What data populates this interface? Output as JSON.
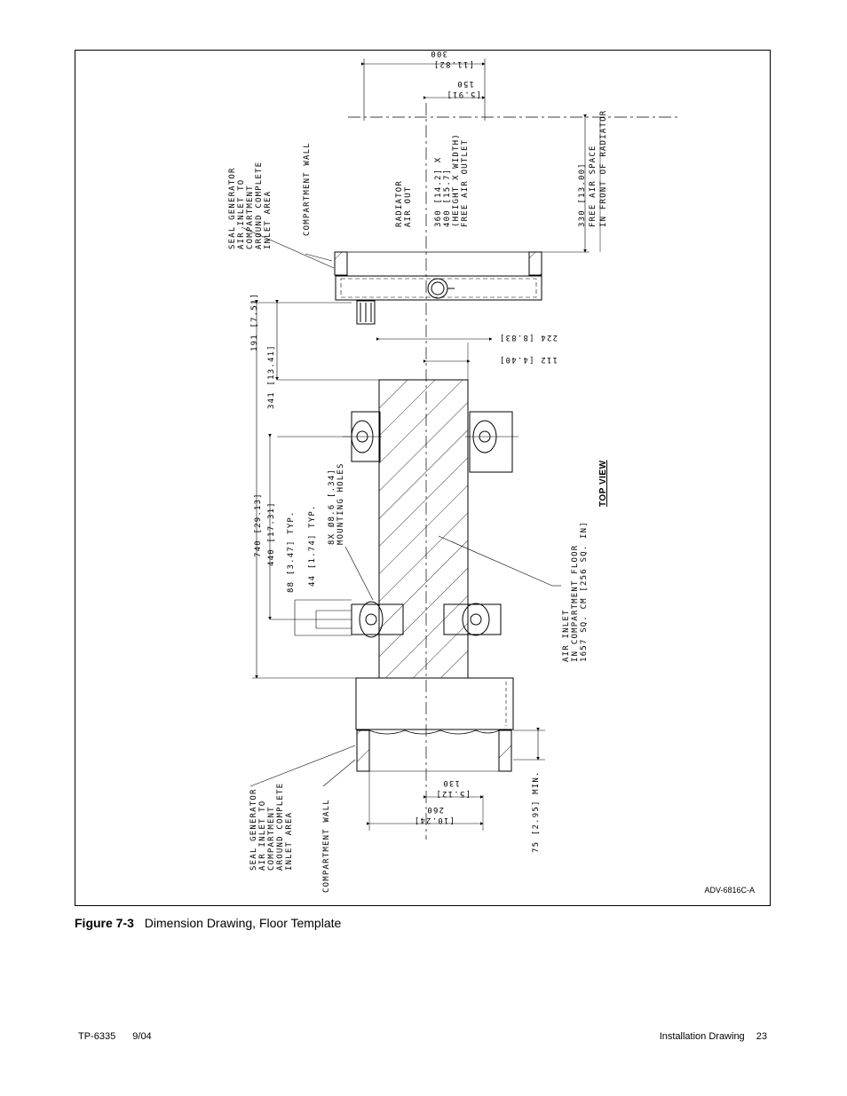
{
  "drawing": {
    "labels": {
      "dim_300": "300",
      "dim_300_in": "[11.82]",
      "dim_150": "150",
      "dim_150_in": "[5.91]",
      "seal_top": [
        "SEAL GENERATOR",
        "AIR INLET TO",
        "COMPARTMENT",
        "AROUND COMPLETE",
        "INLET AREA"
      ],
      "wall_top": "COMPARTMENT WALL",
      "radiator_air_out": [
        "RADIATOR",
        "AIR OUT"
      ],
      "outlet": [
        "360 [14.2] X",
        "400 [15.7]",
        "(HEIGHT X WIDTH)",
        "FREE AIR OUTLET"
      ],
      "air_space": [
        "330 [13.00]",
        "FREE AIR SPACE",
        "IN FRONT OF RADIATOR"
      ],
      "dim_191": "191 [7.51]",
      "dim_341": "341 [13.41]",
      "dim_224": "224 [8.83]",
      "dim_112": "112 [4.40]",
      "dim_740": "740 [29.13]",
      "dim_440": "440 [17.31]",
      "dim_88": "88 [3.47] TYP.",
      "dim_44": "44 [1.74] TYP.",
      "holes": [
        "8X Ø8.6 [.34]",
        "MOUNTING HOLES"
      ],
      "top_view": "TOP VIEW",
      "air_inlet": [
        "AIR INLET",
        "IN COMPARTMENT FLOOR",
        "1657 SQ. CM [256 SQ. IN]"
      ],
      "seal_bottom": [
        "SEAL GENERATOR",
        "AIR INLET TO",
        "COMPARTMENT",
        "AROUND COMPLETE",
        "INLET AREA"
      ],
      "wall_bottom": "COMPARTMENT WALL",
      "dim_130": "130",
      "dim_130_in": "[5.12]",
      "dim_260": "260",
      "dim_260_in": "[10.24]",
      "dim_75": "75 [2.95] MIN."
    }
  },
  "ref_code": "ADV-6816C-A",
  "caption": {
    "number": "Figure 7-3",
    "title": "Dimension Drawing, Floor Template"
  },
  "footer": {
    "doc": "TP-6335",
    "date": "9/04",
    "section": "Installation Drawing",
    "page": "23"
  }
}
